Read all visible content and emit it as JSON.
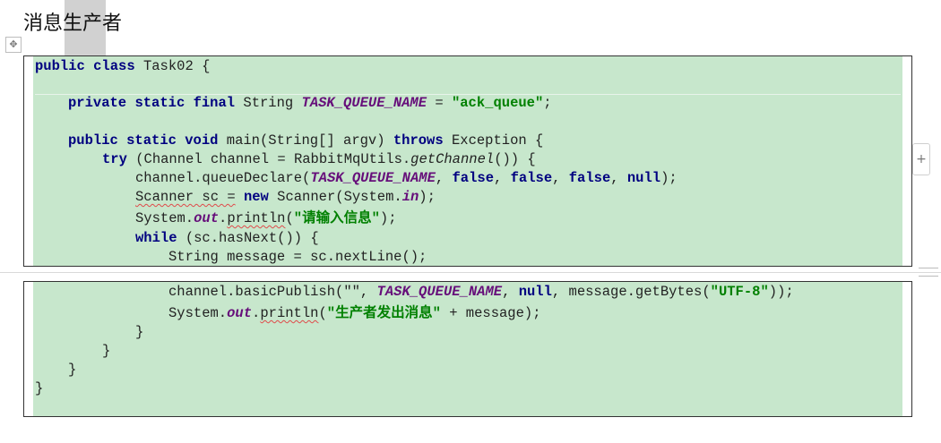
{
  "heading": "消息生产者",
  "controls": {
    "move_handle": "✥",
    "add_button": "+"
  },
  "code": {
    "kw_public": "public",
    "kw_class": "class",
    "kw_private": "private",
    "kw_static": "static",
    "kw_final": "final",
    "kw_void": "void",
    "kw_throws": "throws",
    "kw_try": "try",
    "kw_new": "new",
    "kw_while": "while",
    "kw_false": "false",
    "kw_null": "null",
    "class_name": "Task02",
    "type_string": "String",
    "const_name": "TASK_QUEUE_NAME",
    "queue_value": "\"ack_queue\"",
    "main": "main",
    "main_params": "(String[] argv)",
    "exception": "Exception",
    "channel_decl": "(Channel channel = RabbitMqUtils.",
    "get_channel": "getChannel",
    "get_channel_tail": "()) {",
    "queue_declare": "channel.queueDeclare(",
    "scanner_decl": "Scanner sc =",
    "scanner_new": "Scanner(System.",
    "in": "in",
    "system": "System.",
    "out": "out",
    "println": "println",
    "prompt_string": "\"请输入信息\"",
    "has_next": "(sc.hasNext()) {",
    "message_line": "String message = sc.nextLine();",
    "publish_prefix": "channel.basicPublish(\"\", ",
    "get_bytes": "message.getBytes(",
    "utf8": "\"UTF-8\"",
    "sent_string": "\"生产者发出消息\"",
    "sent_tail": " + message);",
    "close_brace": "}"
  }
}
